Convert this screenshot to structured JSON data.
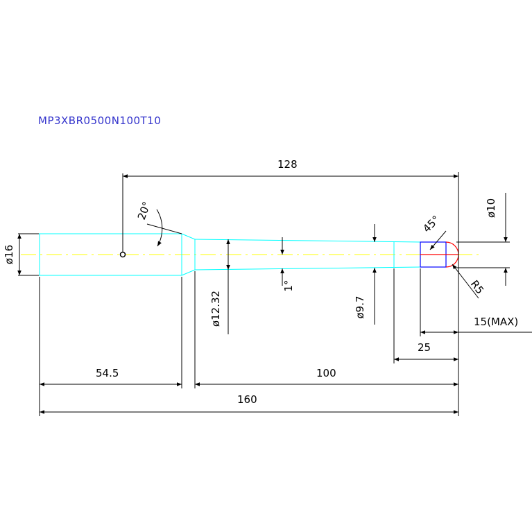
{
  "drawing": {
    "part_number": "MP3XBR0500N100T10",
    "colors": {
      "title": "#3333cc",
      "outline": "#00ffff",
      "dimension": "#000000",
      "tip_outline": "#0000ff",
      "tip_arc": "#ff0000",
      "centerline": "#ffff00"
    },
    "dimensions": {
      "overall_to_tip": "128",
      "shank_diameter": "ø16",
      "taper_angle": "20°",
      "neck_diameter": "ø12.32",
      "taper_side": "1°",
      "tip_diameter_small": "ø9.7",
      "chamfer_angle": "45°",
      "ball_diameter": "ø10",
      "ball_radius": "R5",
      "tip_length_max": "15(MAX)",
      "tip_section": "25",
      "shank_length": "54.5",
      "flute_length": "100",
      "overall_length": "160"
    }
  }
}
